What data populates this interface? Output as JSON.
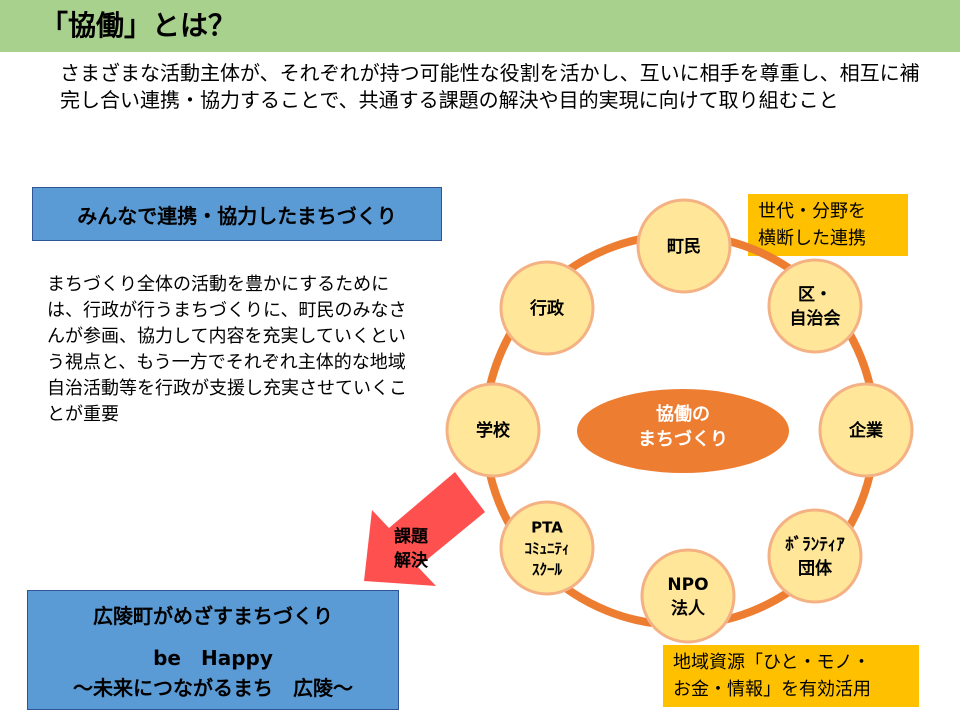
{
  "title": "「協働」とは？",
  "definition": "さまざまな活動主体が、それぞれが持つ可能性な役割を活かし、互いに相手を尊重し、相互に補完し合い連携・協力することで、共通する課題の解決や目的実現に向けて取り組むこと",
  "left_heading": "みんなで連携・協力したまちづくり",
  "left_text": "まちづくり全体の活動を豊かにするためには、行政が行うまちづくりに、町民のみなさんが参画、協力して内容を充実していくという視点と、もう一方でそれぞれ主体的な地域自治活動等を行政が支援し充実させていくことが重要",
  "goal": {
    "line1": "広陵町がめざすまちづくり",
    "line2": "be　Happy",
    "line3": "～未来につながるまち　広陵～"
  },
  "note_top": [
    "世代・分野を",
    "横断した連携"
  ],
  "note_bottom": [
    "地域資源「ひと・モノ・",
    "お金・情報」を有効活用"
  ],
  "center": [
    "協働の",
    "まちづくり"
  ],
  "arrow_label": [
    "課題",
    "解決"
  ],
  "actors": [
    {
      "id": "chomin",
      "lines": [
        "町民"
      ]
    },
    {
      "id": "ku",
      "lines": [
        "区・",
        "自治会"
      ]
    },
    {
      "id": "kigyo",
      "lines": [
        "企業"
      ]
    },
    {
      "id": "volunteer",
      "lines": [
        "ﾎﾞﾗﾝﾃｨｱ",
        "団体"
      ]
    },
    {
      "id": "npo",
      "lines": [
        "NPO",
        "法人"
      ]
    },
    {
      "id": "pta",
      "lines": [
        "PTA",
        "ｺﾐｭﾆﾃｨ",
        "ｽｸｰﾙ"
      ]
    },
    {
      "id": "gakko",
      "lines": [
        "学校"
      ]
    },
    {
      "id": "gyosei",
      "lines": [
        "行政"
      ]
    }
  ],
  "colors": {
    "title_bar": "#a9d18e",
    "blue": "#5b9bd5",
    "orange_ring": "#ed7d31",
    "circle_fill": "#ffe699",
    "circle_stroke": "#f4b183",
    "yellow_note": "#ffc000",
    "arrow": "#ff5050"
  }
}
